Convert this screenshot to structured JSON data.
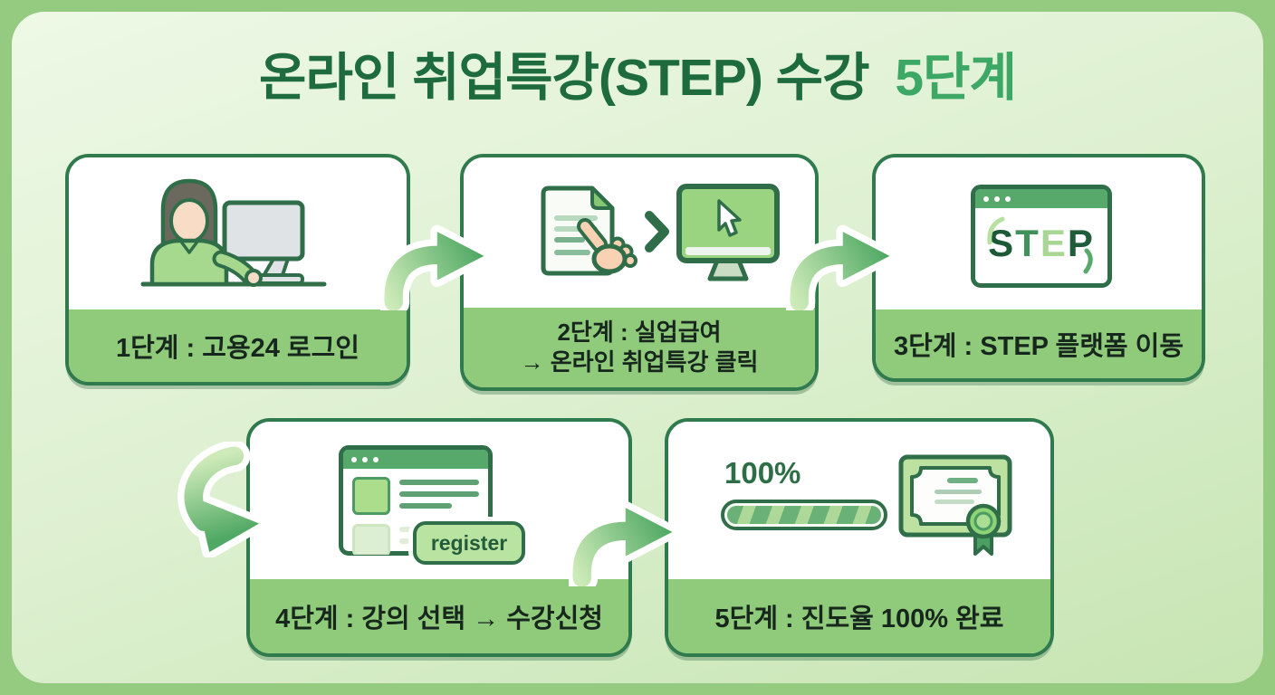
{
  "title": {
    "main": "온라인 취업특강(STEP) 수강",
    "highlight": "5단계"
  },
  "steps": [
    {
      "id": "1",
      "label": "1단계 : 고용24 로그인",
      "icon": "person-at-computer"
    },
    {
      "id": "2",
      "label": "2단계 : 실업급여",
      "label2": "→ 온라인 취업특강 클릭",
      "icon": "document-click-then-monitor"
    },
    {
      "id": "3",
      "label": "3단계 : STEP 플랫폼 이동",
      "icon": "step-browser-window",
      "logo": {
        "letters": [
          "S",
          "T",
          "E",
          "P"
        ]
      }
    },
    {
      "id": "4",
      "label": "4단계 : 강의 선택 → 수강신청",
      "icon": "course-list-with-register-button",
      "button_label": "register"
    },
    {
      "id": "5",
      "label": "5단계 : 진도율 100% 완료",
      "icon": "progress-bar-and-certificate",
      "progress_label": "100%",
      "progress_percent": 100
    }
  ],
  "flow": {
    "arrows": [
      "step1→step2",
      "step2→step3",
      "step3→step4",
      "step4→step5"
    ]
  },
  "colors": {
    "frame": "#95ca81",
    "panel_top": "#eef8e6",
    "panel_bottom": "#c7e5b3",
    "title": "#1e6b40",
    "title_highlight": "#3da765",
    "card_border": "#2f7b4d",
    "card_background": "#ffffff",
    "label_band": "#8fcb7a",
    "label_text": "#17271d",
    "outline": "#2f6e48",
    "screen_green": "#9bd481",
    "stripe_medium": "#69b176",
    "stripe_light": "#aed897",
    "step_letter_colors": [
      "#1c5a37",
      "#41915a",
      "#a8d795",
      "#1f5c3a"
    ]
  }
}
